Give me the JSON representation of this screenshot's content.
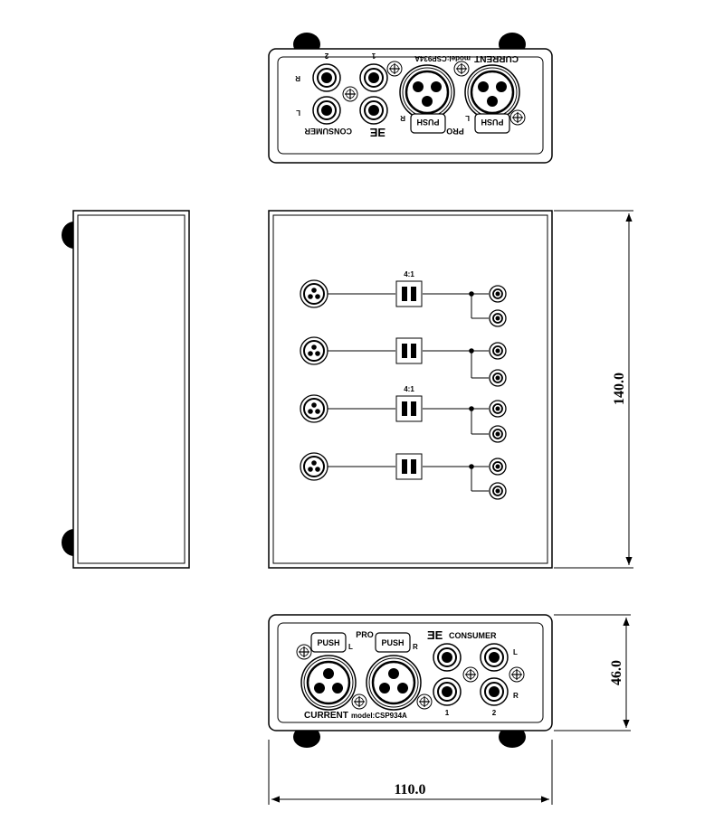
{
  "dimensions": {
    "height": "140.0",
    "depth": "46.0",
    "width": "110.0"
  },
  "top_panel": {
    "brand": "CURRENT",
    "model": "model:CSP934A",
    "consumer": "CONSUMER",
    "pro": "PRO",
    "push": "PUSH",
    "ch_l": "L",
    "ch_r": "R",
    "num_1": "1",
    "num_2": "2"
  },
  "face": {
    "ratio_label": "4:1"
  },
  "bottom_panel": {
    "brand": "CURRENT",
    "model": "model:CSP934A",
    "consumer": "CONSUMER",
    "pro": "PRO",
    "push": "PUSH",
    "ch_l": "L",
    "ch_r": "R",
    "num_1": "1",
    "num_2": "2"
  }
}
